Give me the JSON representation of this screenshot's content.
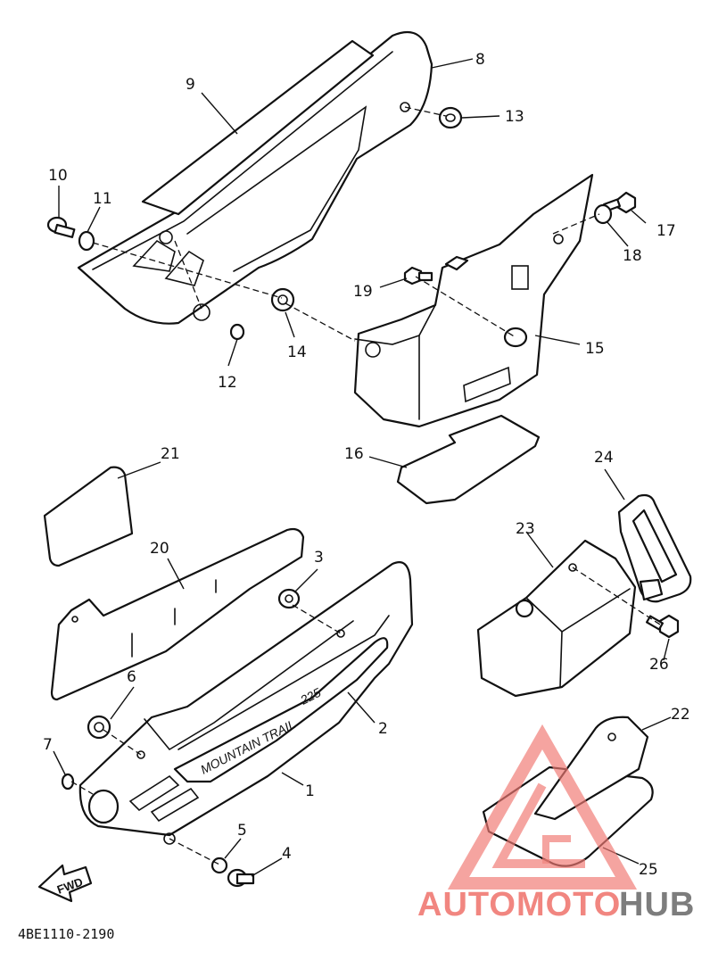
{
  "diagram": {
    "callouts": [
      "1",
      "2",
      "3",
      "4",
      "5",
      "6",
      "7",
      "8",
      "9",
      "10",
      "11",
      "12",
      "13",
      "14",
      "15",
      "16",
      "17",
      "18",
      "19",
      "20",
      "21",
      "22",
      "23",
      "24",
      "25",
      "26"
    ],
    "decal_text": "MOUNTAIN TRAIL",
    "decal_number": "225",
    "fwd_label": "FWD",
    "drawing_code": "4BE1110-2190"
  },
  "watermark": {
    "brand_part1": "AUTOMOTO",
    "brand_part2": "HUB",
    "colors": {
      "red": "#f07a73",
      "gray": "#6f6f6f"
    }
  }
}
